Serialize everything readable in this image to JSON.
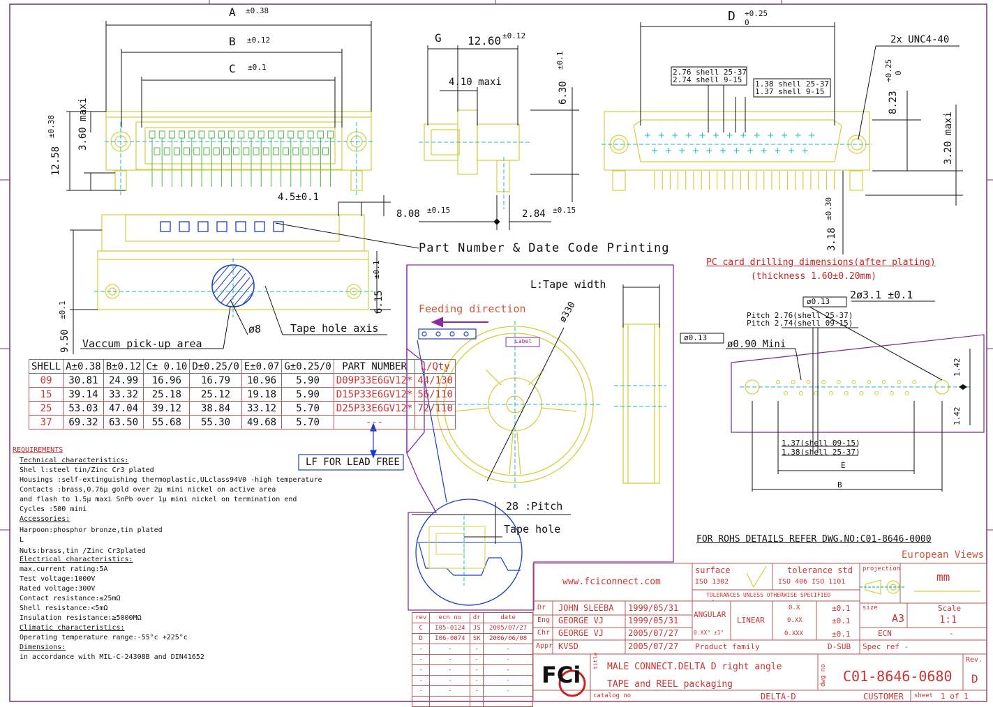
{
  "view_labels": {
    "dim_a": "A",
    "dim_a_tol": "±0.38",
    "dim_b": "B",
    "dim_b_tol": "±0.12",
    "dim_c": "C",
    "dim_c_tol": "±0.1",
    "dim_d": "D",
    "dim_d_tol": "+0.25",
    "dim_d_tol2": "0",
    "dim_g": "G",
    "dim_1260": "12.60",
    "dim_1260_tol": "±0.12",
    "dim_410": "4.10 maxi",
    "dim_630": "6.30",
    "dim_630_tol": "±0.1",
    "dim_1258": "12.58",
    "dim_1258_tol": "±0.38",
    "dim_360": "3.60 maxi",
    "unc": "2x UNC4-40",
    "shell_276": "2.76 shell 25-37",
    "shell_274": "2.74 shell 9-15",
    "shell_138": "1.38 shell 25-37",
    "shell_137": "1.37 shell 9-15",
    "dim_823": "8.23",
    "dim_823_tol": "+0.25",
    "dim_823_tol2": "0",
    "dim_320": "3.20 maxi",
    "dim_45": "4.5±0.1",
    "dim_808": "8.08",
    "dim_808_tol": "±0.15",
    "dim_284": "2.84",
    "dim_284_tol": "±0.15",
    "dim_318": "3.18",
    "dim_318_tol": "±0.30",
    "part_printing": "Part Number & Date Code Printing",
    "pcb_drilling": "PC card drilling dimensions(after plating)",
    "pcb_thickness": "(thickness 1.60±0.20mm)",
    "dim_615": "6.15",
    "dim_615_tol": "±0.1",
    "dim_950": "9.50",
    "dim_950_tol": "±0.1",
    "dia8": "ø8",
    "tape_hole_axis": "Tape hole axis",
    "vacuum_area": "Vaccum pick-up area",
    "tape_width": "L:Tape width",
    "feeding": "Feeding direction",
    "reel_dia": "ø330",
    "reel_label": "Label",
    "pitch28": "28 :Pitch",
    "tape_hole": "Tape hole",
    "pos_013a": "ø0.13",
    "pos_013b": "ø0.13",
    "dia31": "2ø3.1 ±0.1",
    "pitch276": "Pitch 2.76(shell 25-37)",
    "pitch274": "Pitch 2.74(shell 09-15)",
    "dia090": "ø0.90 Mini",
    "dim_142a": "1.42",
    "dim_142b": "1.42",
    "pcb_137": "1.37(shell 09-15)",
    "pcb_138": "1.38(shell 25-37)",
    "pcb_e": "E",
    "pcb_b": "B",
    "lf_note": "LF FOR LEAD FREE",
    "rohs_note": "FOR ROHS DETAILS REFER DWG.NO:C01-8646-0000",
    "european_views": "European Views"
  },
  "shell_table": {
    "headers": [
      "SHELL",
      "A±0.38",
      "B±0.12",
      "C± 0.10",
      "D±0.25/0",
      "E±0.07",
      "G±0.25/0",
      "PART NUMBER",
      "L/Qty"
    ],
    "rows": [
      [
        "09",
        "30.81",
        "24.99",
        "16.96",
        "16.79",
        "10.96",
        "5.90",
        "D09P33E6GV12*",
        "44/130"
      ],
      [
        "15",
        "39.14",
        "33.32",
        "25.18",
        "25.12",
        "19.18",
        "5.90",
        "D15P33E6GV12*",
        "56/110"
      ],
      [
        "25",
        "53.03",
        "47.04",
        "39.12",
        "38.84",
        "33.12",
        "5.70",
        "D25P33E6GV12*",
        "72/110"
      ],
      [
        "37",
        "69.32",
        "63.50",
        "55.68",
        "55.30",
        "49.68",
        "5.70",
        "---",
        ""
      ]
    ]
  },
  "requirements": {
    "title": "REQUIREMENTS",
    "lines": [
      "Technical characteristics:",
      "Shel l:steel tin/Zinc Cr3 plated",
      "Housings :self-extinguishing thermoplastic,ULclass94V0 -high temperature",
      "Contacts :brass,0.76μ gold over 2μ mini nickel on active area",
      " and flash to 1.5μ maxi SnPb over 1μ mini nickel on termination end",
      "Cycles :500 mini",
      "Accessories:",
      "Harpoon:phosphor bronze,tin plated",
      "L",
      "Nuts:brass,tin /Zinc Cr3plated",
      "Electrical characteristics:",
      " max.current rating:5A",
      " Test voltage:1000V",
      " Rated voltage:300V",
      " Contact resistance:≤25mΩ",
      " Shell resistance:<5mΩ",
      " Insulation resistance:≥5000MΩ",
      "Climatic characteristics:",
      " Operating temperature range:-55°c +225°c",
      "Dimensions:",
      " in accordance with MIL-C-24308B and DIN41652"
    ]
  },
  "revisions": {
    "headers": [
      "rev",
      "ecn no",
      "dr",
      "date"
    ],
    "rows": [
      [
        "C",
        "I05-0124",
        "JS",
        "2005/07/27"
      ],
      [
        "D",
        "I06-0074",
        "SK",
        "2006/06/08"
      ],
      [
        "-",
        "-",
        "-",
        "-"
      ],
      [
        "-",
        "-",
        "-",
        "-"
      ],
      [
        "-",
        "-",
        "-",
        "-"
      ],
      [
        "-",
        "-",
        "-",
        "-"
      ],
      [
        "-",
        "-",
        "-",
        "-"
      ],
      [
        "-",
        "-",
        "-",
        "-"
      ]
    ]
  },
  "title_block": {
    "website": "www.fciconnect.com",
    "surface_label": "surface",
    "surface_std": "ISO 1302",
    "tolerance_label": "tolerance std",
    "tolerance_std": "ISO 406  ISO 1101",
    "tol_unless": "TOLERANCES UNLESS OTHERWISE SPECIFIED",
    "projection_label": "projection",
    "units": "mm",
    "dr_label": "Dr",
    "dr_name": "JOHN SLEEBA",
    "dr_date": "1999/05/31",
    "eng_label": "Eng",
    "eng_name": "GEORGE VJ",
    "eng_date": "1999/05/31",
    "chr_label": "Chr",
    "chr_name": "GEORGE VJ",
    "chr_date": "2005/07/27",
    "appr_label": "Appr",
    "appr_name": "KVSD",
    "appr_date": "2005/07/27",
    "angular": "ANGULAR",
    "angular_val": "0.XX°  ±1°",
    "linear": "LINEAR",
    "lin_x": "0.X",
    "lin_x_tol": "±0.1",
    "lin_xx": "0.XX",
    "lin_xx_tol": "±0.1",
    "lin_xxx": "0.XXX",
    "lin_xxx_tol": "±0.1",
    "size_label": "size",
    "size": "A3",
    "scale_label": "Scale",
    "scale": "1:1",
    "ecn_label": "ECN",
    "ecn_val": "-",
    "product_family_label": "Product family",
    "product_family": "D-SUB",
    "spec_ref": "Spec ref -",
    "logo": "FCi",
    "title_label": "title",
    "title_line1": "MALE CONNECT.DELTA D right angle",
    "title_line2": "TAPE and REEL packaging",
    "dwg_label": "dwg no",
    "dwg_no": "C01-8646-0680",
    "rev_label": "Rev.",
    "rev": "D",
    "catalog_label": "catalog no",
    "catalog": "DELTA-D",
    "customer": "CUSTOMER",
    "sheet_label": "sheet",
    "sheet": "1 of 1"
  },
  "colors": {
    "outline": "#d6cf3c",
    "center": "#19b9c8",
    "blue": "#1a3cc7",
    "red": "#cc2222",
    "frame": "#7a2a8c",
    "purple": "#8a2aa0"
  }
}
